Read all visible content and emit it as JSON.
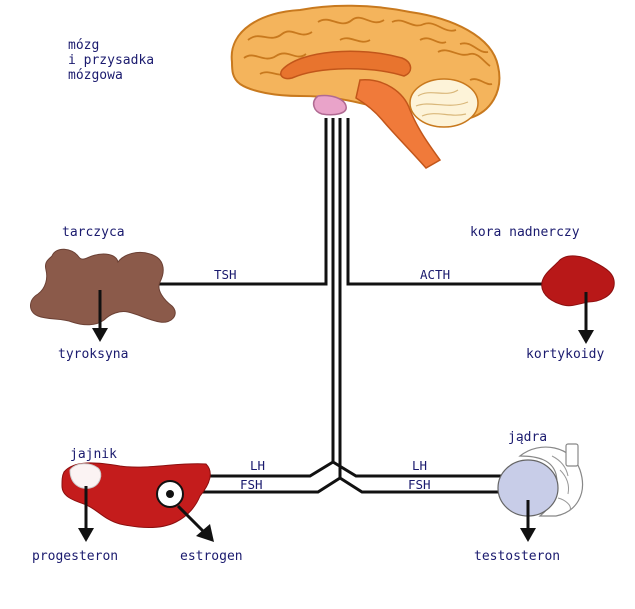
{
  "brain": {
    "label_lines": [
      "mózg",
      "i przysadka",
      "mózgowa"
    ]
  },
  "glands": {
    "thyroid": "tarczyca",
    "adrenal_cortex": "kora nadnerczy",
    "ovary": "jajnik",
    "testes": "jądra"
  },
  "hormones": {
    "tsh": "TSH",
    "acth": "ACTH",
    "lh_left": "LH",
    "fsh_left": "FSH",
    "lh_right": "LH",
    "fsh_right": "FSH"
  },
  "products": {
    "thyroxine": "tyroksyna",
    "corticoids": "kortykoidy",
    "progesterone": "progesteron",
    "estrogen": "estrogen",
    "testosterone": "testosteron"
  },
  "colors": {
    "brain_cortex": "#f4b45c",
    "brain_outline": "#c8791e",
    "brainstem": "#f07a3a",
    "pituitary": "#e9a3c9",
    "cerebellum": "#fdf3d8",
    "thyroid": "#8b5a4a",
    "adrenal": "#b81818",
    "ovary": "#c41c1c",
    "testis": "#c8cde8",
    "line": "#111111",
    "text": "#1a1a6e"
  }
}
